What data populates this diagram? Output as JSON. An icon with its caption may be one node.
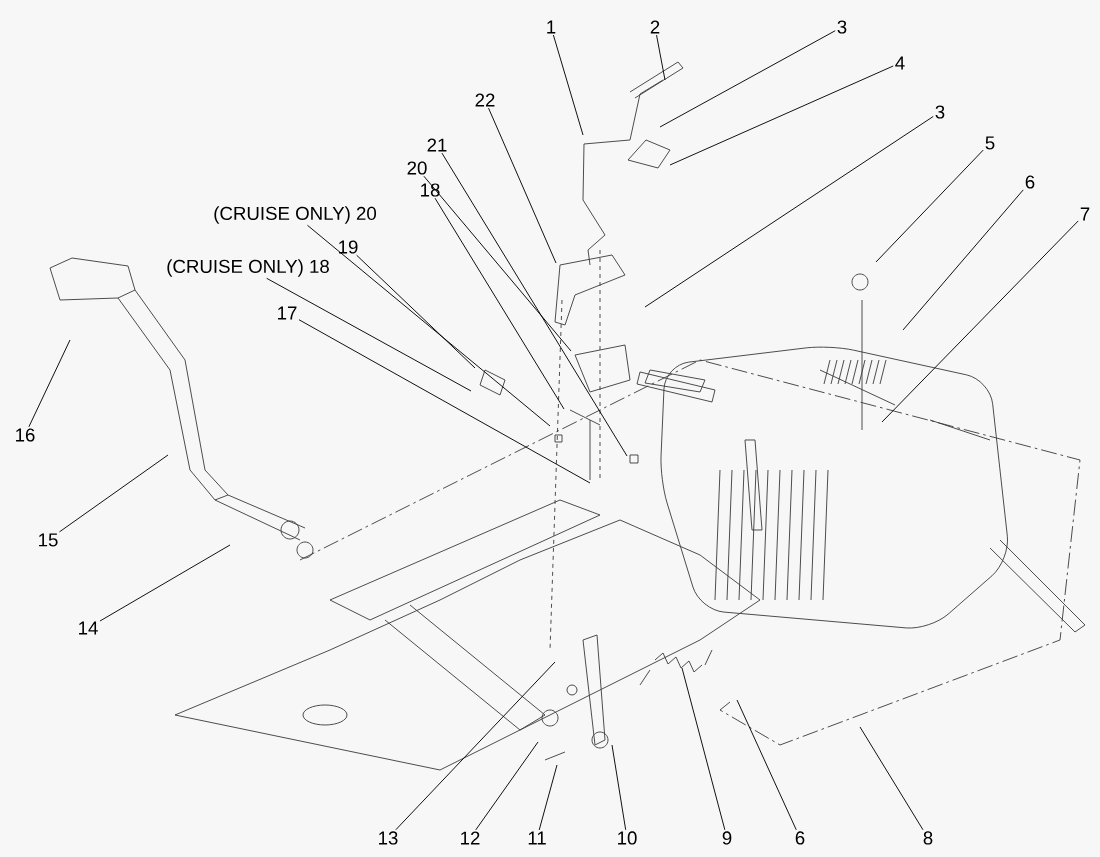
{
  "diagram": {
    "nodes": [
      {
        "text": [
          "1"
        ]
      },
      {
        "text": [
          "2"
        ]
      },
      {
        "text": [
          "3"
        ]
      },
      {
        "text": [
          "4"
        ]
      },
      {
        "text": [
          "22"
        ]
      },
      {
        "text": [
          "3"
        ]
      },
      {
        "text": [
          "5"
        ]
      },
      {
        "text": [
          "21"
        ]
      },
      {
        "text": [
          "6"
        ]
      },
      {
        "text": [
          "20"
        ]
      },
      {
        "text": [
          "18"
        ]
      },
      {
        "text": [
          "7"
        ]
      },
      {
        "text": [
          "(CRUISE ONLY) 20"
        ]
      },
      {
        "text": [
          "19"
        ]
      },
      {
        "text": [
          "(CRUISE ONLY) 18"
        ]
      },
      {
        "text": [
          "17"
        ]
      },
      {
        "text": [
          "16"
        ]
      },
      {
        "text": [
          "15"
        ]
      },
      {
        "text": [
          "14"
        ]
      },
      {
        "text": [
          "13"
        ]
      },
      {
        "text": [
          "12"
        ]
      },
      {
        "text": [
          "11"
        ]
      },
      {
        "text": [
          "10"
        ]
      },
      {
        "text": [
          "9"
        ]
      },
      {
        "text": [
          "6"
        ]
      },
      {
        "text": [
          "8"
        ]
      }
    ],
    "edges": [
      {
        "from": 0,
        "to": null,
        "arrow": "none"
      },
      {
        "from": 1,
        "to": null,
        "arrow": "none"
      },
      {
        "from": 2,
        "to": null,
        "arrow": "none"
      },
      {
        "from": 3,
        "to": null,
        "arrow": "none"
      },
      {
        "from": 4,
        "to": null,
        "arrow": "none"
      },
      {
        "from": 5,
        "to": null,
        "arrow": "none"
      },
      {
        "from": 6,
        "to": null,
        "arrow": "none"
      },
      {
        "from": 7,
        "to": null,
        "arrow": "none"
      },
      {
        "from": 8,
        "to": null,
        "arrow": "none"
      },
      {
        "from": 9,
        "to": null,
        "arrow": "none"
      },
      {
        "from": 10,
        "to": null,
        "arrow": "none"
      },
      {
        "from": 11,
        "to": null,
        "arrow": "none"
      },
      {
        "from": 12,
        "to": null,
        "arrow": "none"
      },
      {
        "from": 13,
        "to": null,
        "arrow": "none"
      },
      {
        "from": 14,
        "to": null,
        "arrow": "none"
      },
      {
        "from": 15,
        "to": null,
        "arrow": "none"
      },
      {
        "from": 16,
        "to": null,
        "arrow": "none"
      },
      {
        "from": 17,
        "to": null,
        "arrow": "none"
      },
      {
        "from": 18,
        "to": null,
        "arrow": "none"
      },
      {
        "from": 19,
        "to": null,
        "arrow": "none"
      },
      {
        "from": 20,
        "to": null,
        "arrow": "none"
      },
      {
        "from": 21,
        "to": null,
        "arrow": "none"
      },
      {
        "from": 22,
        "to": null,
        "arrow": "none"
      },
      {
        "from": 23,
        "to": null,
        "arrow": "none"
      },
      {
        "from": 24,
        "to": null,
        "arrow": "none"
      },
      {
        "from": 25,
        "to": null,
        "arrow": "none"
      }
    ]
  }
}
